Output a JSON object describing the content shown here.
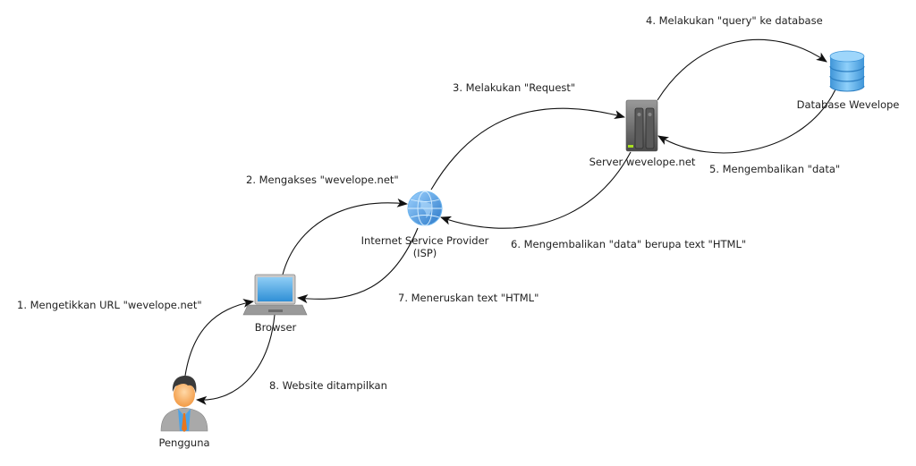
{
  "nodes": {
    "user": {
      "label": "Pengguna",
      "icon": "user-icon"
    },
    "browser": {
      "label": "Browser",
      "icon": "laptop-icon"
    },
    "isp": {
      "label_line1": "Internet Service Provider",
      "label_line2": "(ISP)",
      "icon": "globe-icon"
    },
    "server": {
      "label": "Server wevelope.net",
      "icon": "server-icon"
    },
    "database": {
      "label": "Database Wevelope",
      "icon": "database-icon"
    }
  },
  "steps": [
    {
      "label": "1. Mengetikkan URL \"wevelope.net\"",
      "from": "user",
      "to": "browser"
    },
    {
      "label": "2. Mengakses \"wevelope.net\"",
      "from": "browser",
      "to": "isp"
    },
    {
      "label": "3. Melakukan \"Request\"",
      "from": "isp",
      "to": "server"
    },
    {
      "label": "4. Melakukan \"query\" ke database",
      "from": "server",
      "to": "database"
    },
    {
      "label": "5. Mengembalikan \"data\"",
      "from": "database",
      "to": "server"
    },
    {
      "label": "6. Mengembalikan \"data\" berupa text \"HTML\"",
      "from": "server",
      "to": "isp"
    },
    {
      "label": "7. Meneruskan text \"HTML\"",
      "from": "isp",
      "to": "browser"
    },
    {
      "label": "8. Website ditampilkan",
      "from": "browser",
      "to": "user"
    }
  ],
  "colors": {
    "arrow": "#111111",
    "globe": "#3a8fd8",
    "laptop_screen": "#4aa3e0",
    "database": "#5aaee6",
    "server_body": "#6b6b6b",
    "server_led": "#a8e020",
    "user_face": "#f7b36b",
    "user_tie": "#e8761e",
    "user_suit": "#a9a9a9"
  }
}
